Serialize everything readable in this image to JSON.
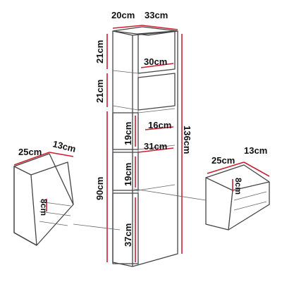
{
  "diagram": {
    "labels": {
      "top_depth": "20cm",
      "top_width": "33cm",
      "shelf_h1": "21cm",
      "shelf_h2": "21cm",
      "shelf_w": "30cm",
      "total_h": "136cm",
      "drawer_depth_right": "16cm",
      "drawer_h1": "19cm",
      "drawer_w": "31cm",
      "drawer_h2": "19cm",
      "lower_h": "90cm",
      "bottom_door_h": "37cm",
      "left_box_w": "25cm",
      "left_box_d": "13cm",
      "left_box_h": "8cm",
      "right_box_w": "25cm",
      "right_box_d": "13cm",
      "right_box_h": "8cm"
    },
    "colors": {
      "accent": "#cc1f2f",
      "outline": "#444444"
    }
  }
}
